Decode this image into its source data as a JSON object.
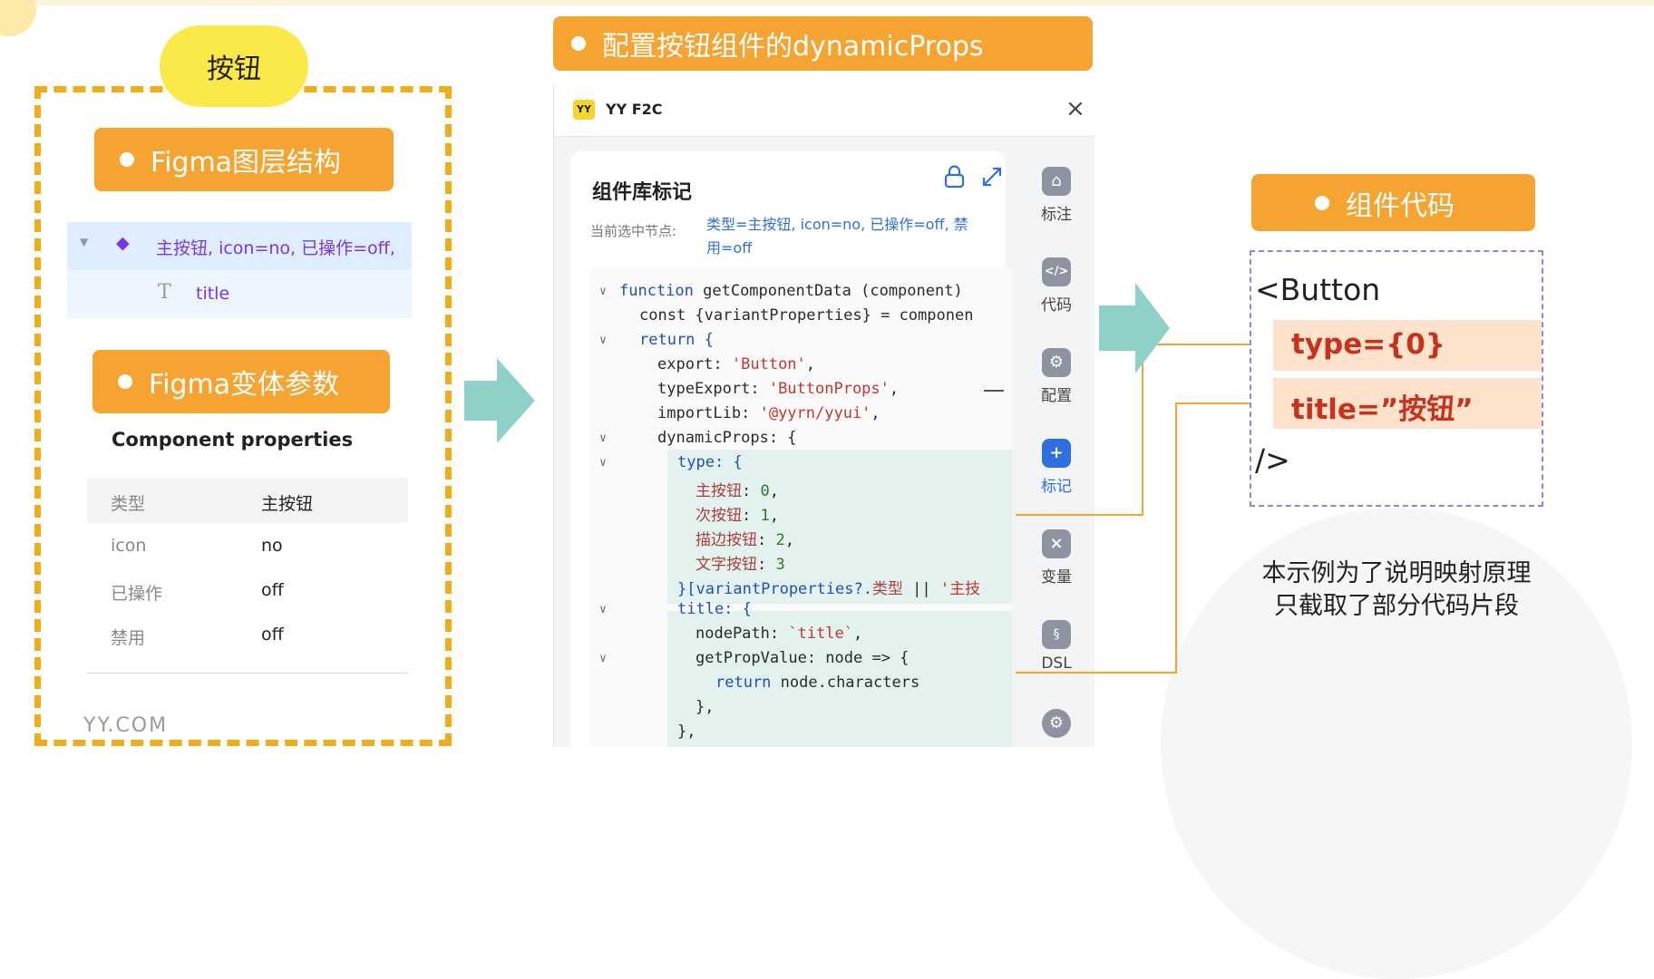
{
  "left": {
    "badge": "按钮",
    "layer_pill": "Figma图层结构",
    "layer_row_main": "主按钮, icon=no, 已操作=off,",
    "layer_row_child": "title",
    "variant_pill": "Figma变体参数",
    "props_title": "Component properties",
    "props": [
      {
        "k": "类型",
        "v": "主按钮"
      },
      {
        "k": "icon",
        "v": "no"
      },
      {
        "k": "已操作",
        "v": "off"
      },
      {
        "k": "禁用",
        "v": "off"
      }
    ],
    "watermark": "YY.COM"
  },
  "middle": {
    "pill": "配置按钮组件的dynamicProps",
    "app_logo": "YY",
    "app_title": "YY F2C",
    "section_title": "组件库标记",
    "node_label": "当前选中节点:",
    "node_value_1": "类型=主按钮, icon=no, 已操作=off, 禁",
    "node_value_2": "用=off",
    "code": {
      "l1_kw": "function",
      "l1_rest": " getComponentData (component)",
      "l2": "const {variantProperties} = componen",
      "l3": "return {",
      "l4_k": "export: ",
      "l4_v": "'Button'",
      "l4_c": ",",
      "l5_k": "typeExport: ",
      "l5_v": "'ButtonProps'",
      "l5_c": ",",
      "l6_k": "importLib: ",
      "l6_v": "'@yyrn/yyui'",
      "l6_c": ",",
      "l7": "dynamicProps: {",
      "l8": "type: {",
      "l9_k": "主按钮",
      "l9_v": "0",
      "l10_k": "次按钮",
      "l10_v": "1",
      "l11_k": "描边按钮",
      "l11_v": "2",
      "l12_k": "文字按钮",
      "l12_v": "3",
      "l13_a": "}[variantProperties?.",
      "l13_b": "类型",
      "l13_c": " || ",
      "l13_d": "'主技",
      "l14": "title: {",
      "l15_k": "nodePath: ",
      "l15_v": "`title`",
      "l15_c": ",",
      "l16": "getPropValue: node => {",
      "l17_kw": "return",
      "l17_rest": " node.characters",
      "l18": "},",
      "l19": "},"
    },
    "side": [
      "标注",
      "代码",
      "配置",
      "标记",
      "变量",
      "DSL"
    ]
  },
  "right": {
    "pill": "组件代码",
    "code_open": "<Button",
    "prop_type": "type={0}",
    "prop_title": "title=”按钮”",
    "code_close": "/>",
    "note_1": "本示例为了说明映射原理",
    "note_2": "只截取了部分代码片段"
  },
  "colors": {
    "accent": "#f6a431",
    "arrow": "#8fd0c8",
    "badge": "#fbe94a",
    "highlight": "#fde3cc",
    "red": "#c8321d"
  }
}
